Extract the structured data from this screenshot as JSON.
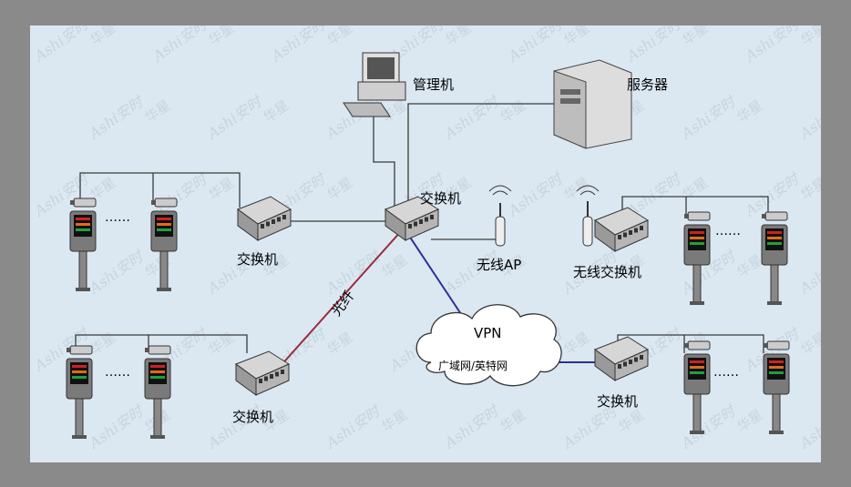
{
  "labels": {
    "manager": "管理机",
    "server": "服务器",
    "core_switch": "交换机",
    "left_top_switch": "交换机",
    "left_bottom_switch": "交换机",
    "right_bottom_switch": "交换机",
    "wireless_ap": "无线AP",
    "wireless_switch": "无线交换机",
    "fiber": "光纤",
    "vpn": "VPN",
    "wan": "广域网/英特网"
  },
  "ellipsis": "……",
  "watermark": {
    "text_a": "Ashi安时",
    "text_b": "华星"
  },
  "colors": {
    "frame": "#8a8a8a",
    "background": "#dbe8f2",
    "fiber_line": "#9b2c3c",
    "vpn_line": "#2a2f9a",
    "wire": "#3b3b3b"
  }
}
